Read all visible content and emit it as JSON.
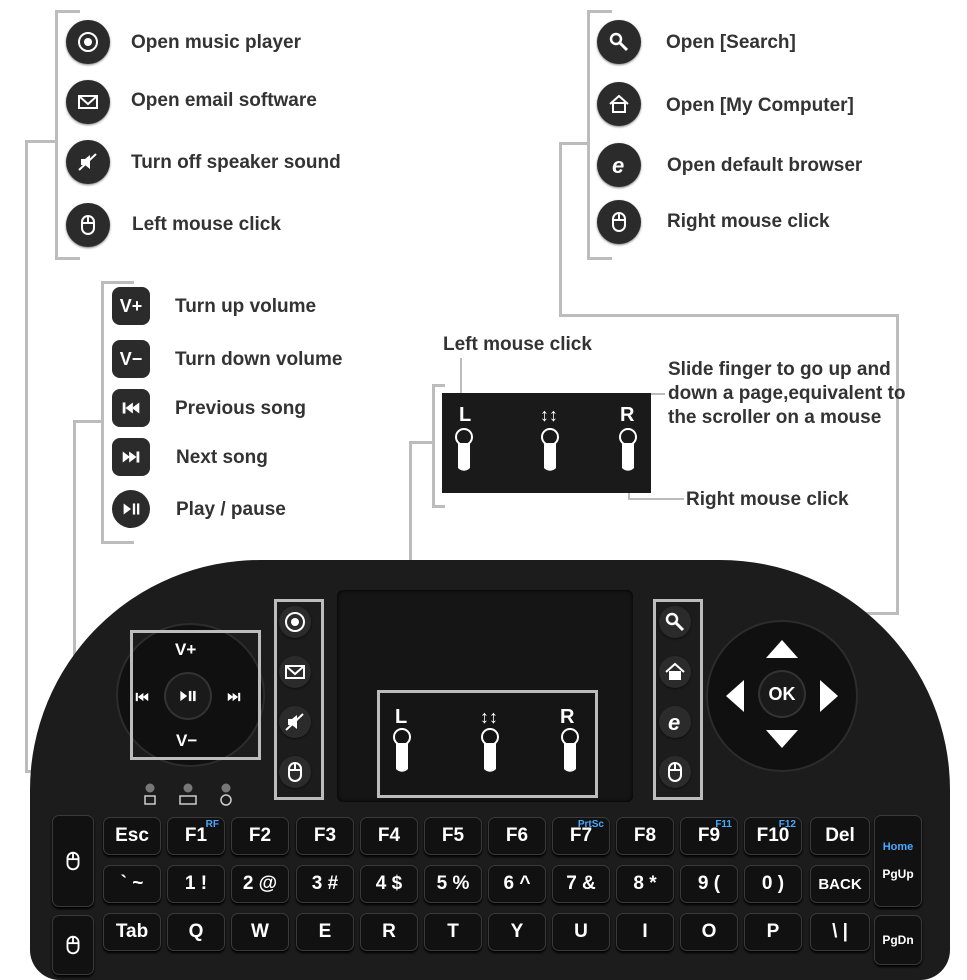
{
  "left_top": [
    {
      "icon": "music-icon",
      "label": "Open music player"
    },
    {
      "icon": "email-icon",
      "label": "Open email software"
    },
    {
      "icon": "mute-icon",
      "label": "Turn off speaker sound"
    },
    {
      "icon": "mouse-icon",
      "label": "Left mouse click"
    }
  ],
  "right_top": [
    {
      "icon": "search-icon",
      "label": "Open [Search]"
    },
    {
      "icon": "home-icon",
      "label": "Open [My Computer]"
    },
    {
      "icon": "browser-icon",
      "label": "Open default browser"
    },
    {
      "icon": "mouse-icon",
      "label": "Right mouse click"
    }
  ],
  "media": [
    {
      "icon": "volume-up-icon",
      "label": "Turn up volume"
    },
    {
      "icon": "volume-down-icon",
      "label": "Turn down volume"
    },
    {
      "icon": "previous-icon",
      "label": "Previous song"
    },
    {
      "icon": "next-icon",
      "label": "Next song"
    },
    {
      "icon": "play-pause-icon",
      "label": "Play / pause"
    }
  ],
  "touchpad": {
    "left_click": "Left mouse click",
    "scroll_line1": "Slide finger to go up and",
    "scroll_line2": "down a page,equivalent to",
    "scroll_line3": "the scroller on a mouse",
    "right_click": "Right mouse click",
    "l": "L",
    "r": "R"
  },
  "dpad": {
    "up": "V+",
    "down": "V−",
    "ok": "OK"
  },
  "keys": {
    "fn_row": [
      "Esc",
      "F1",
      "F2",
      "F3",
      "F4",
      "F5",
      "F6",
      "F7",
      "F8",
      "F9",
      "F10",
      "Del"
    ],
    "fn_sub": {
      "F1": "RF",
      "F7": "PrtSc",
      "F9": "F11",
      "F10": "F12"
    },
    "num_row": [
      "` ~",
      "1 !",
      "2 @",
      "3 #",
      "4 $",
      "5 %",
      "6 ^",
      "7 &",
      "8 *",
      "9 (",
      "0 )",
      "BACK"
    ],
    "q_row": [
      "Tab",
      "Q",
      "W",
      "E",
      "R",
      "T",
      "Y",
      "U",
      "I",
      "O",
      "P",
      "\\ |"
    ],
    "right_col": {
      "home": "Home",
      "pgup": "PgUp",
      "pgdn": "PgDn"
    }
  },
  "colors": {
    "line": "#bcbcbc",
    "keyboard": "#1c1c1c",
    "icon_bg": "#2b2b2b",
    "accent": "#4aa8ff"
  }
}
